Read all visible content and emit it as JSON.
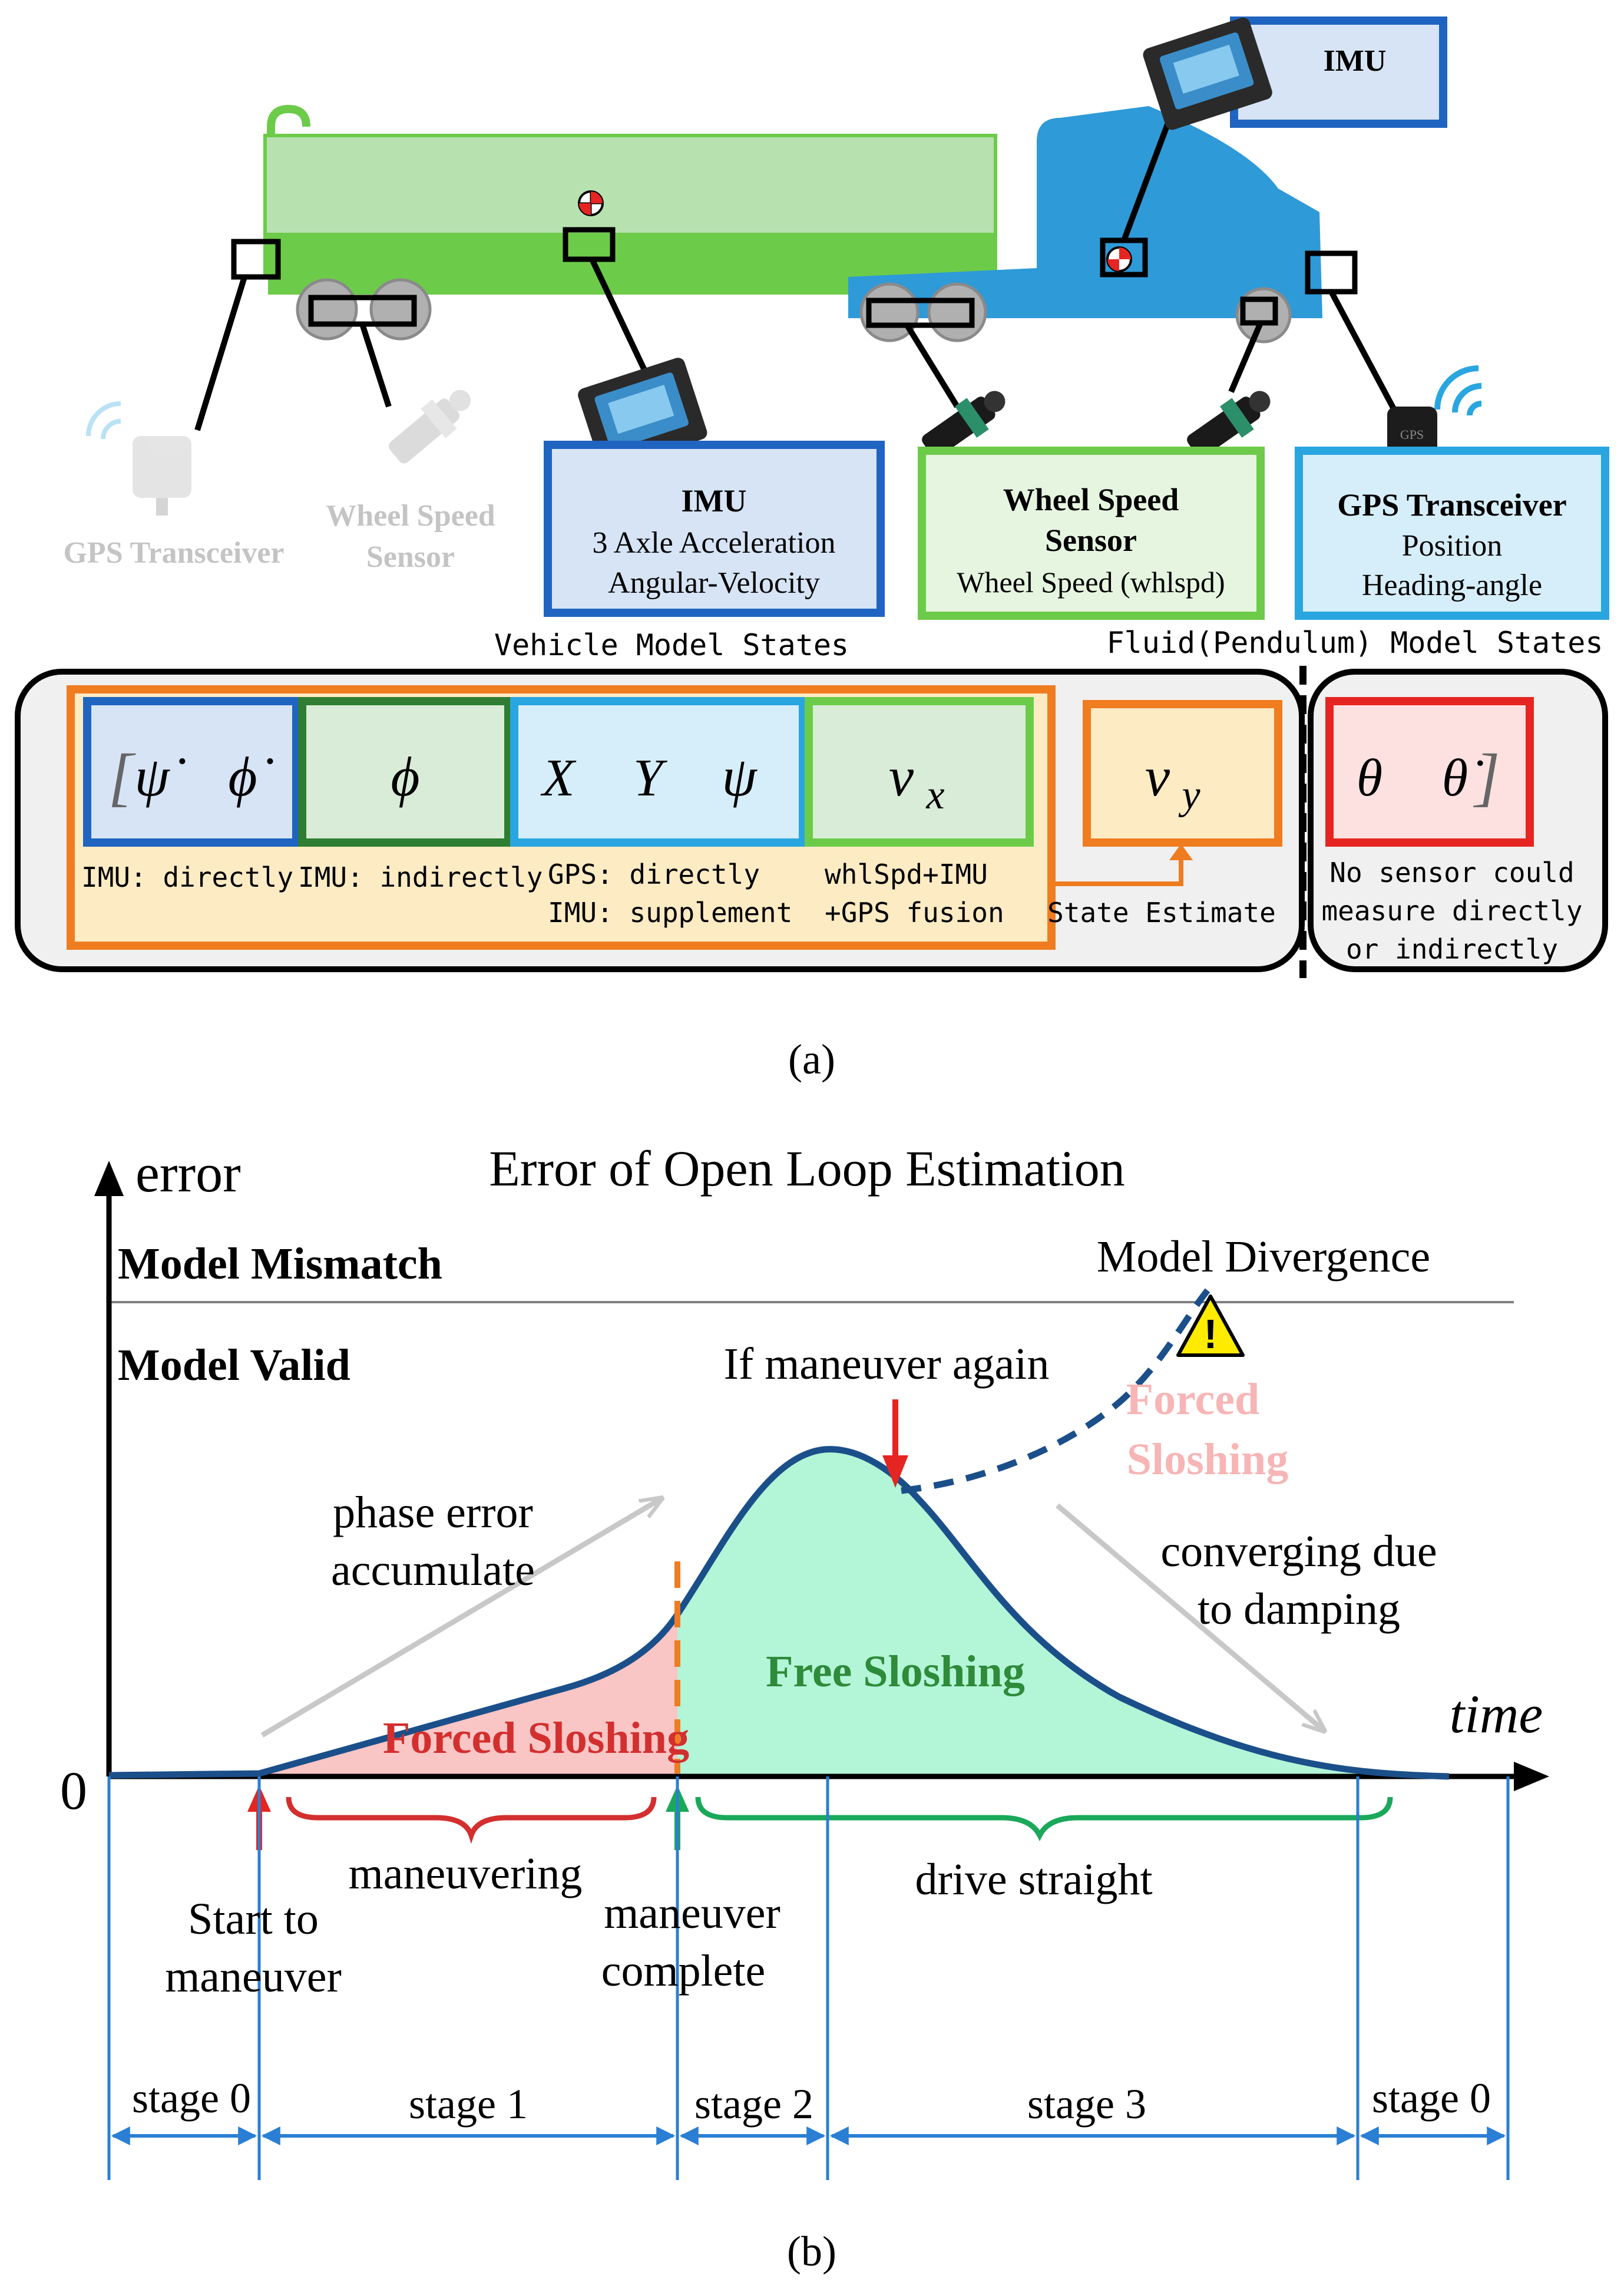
{
  "panel_a": {
    "caption": "(a)",
    "imu_top": "IMU",
    "sensors": {
      "gps_faded": "GPS Transceiver",
      "wheel_faded": [
        "Wheel Speed",
        "Sensor"
      ],
      "imu_box": [
        "IMU",
        "3 Axle Acceleration",
        "Angular-Velocity"
      ],
      "wheel_box": [
        "Wheel Speed",
        "Sensor",
        "Wheel Speed (whlspd)"
      ],
      "gps_box": [
        "GPS Transceiver",
        "Position",
        "Heading-angle"
      ],
      "gps_chip": "GPS"
    },
    "section_labels": {
      "vehicle": "Vehicle Model States",
      "fluid": "Fluid(Pendulum) Model States"
    },
    "state_boxes": {
      "psidot": "ψ̇",
      "phidot": "ϕ̇",
      "phi": "ϕ",
      "X": "X",
      "Y": "Y",
      "psi": "ψ",
      "v": "v",
      "x_sub": "x",
      "y_sub": "y",
      "theta": "θ",
      "thetadot": "θ̇",
      "bracket_open": "[",
      "bracket_close": "]"
    },
    "state_notes": {
      "imu_direct": "IMU: directly",
      "imu_indirect": "IMU: indirectly",
      "gps": [
        "GPS: directly",
        "IMU: supplement"
      ],
      "fusion": [
        "whlSpd+IMU",
        "+GPS fusion"
      ],
      "estimate": "State Estimate",
      "no_sensor": [
        "No sensor could",
        "measure directly",
        "or indirectly"
      ]
    },
    "colors": {
      "tanker_green": "#b7e2b0",
      "tanker_line": "#6dcb4a",
      "truck_blue": "#2e9ad8",
      "blue_box": "#1f64c0",
      "green_box": "#6dcb4a",
      "dark_green_box": "#2e7d32",
      "light_blue_box": "#29a6e0",
      "orange": "#f07c20",
      "red": "#e52521"
    }
  },
  "panel_b": {
    "caption": "(b)",
    "y_axis_label": "error",
    "x_axis_label": "time",
    "origin": "0",
    "title": "Error of Open Loop Estimation",
    "model_mismatch": "Model Mismatch",
    "model_valid": "Model Valid",
    "model_divergence": "Model Divergence",
    "if_maneuver_again": "If maneuver again",
    "forced_sloshing_late": [
      "Forced",
      "Sloshing"
    ],
    "phase_error": [
      "phase error",
      "accumulate"
    ],
    "converging": [
      "converging due",
      "to damping"
    ],
    "forced_sloshing": "Forced Sloshing",
    "free_sloshing": "Free Sloshing",
    "maneuvering": "maneuvering",
    "drive_straight": "drive straight",
    "start_to_maneuver": [
      "Start to",
      "maneuver"
    ],
    "maneuver_complete": [
      "maneuver",
      "complete"
    ],
    "stages": [
      "stage 0",
      "stage 1",
      "stage 2",
      "stage 3",
      "stage 0"
    ],
    "warning_glyph": "!",
    "colors": {
      "curve": "#1b4f8a",
      "forced_fill": "#f9c5c5",
      "free_fill": "#b3f5d7",
      "forced_text": "#d32f2f",
      "free_text": "#2e8b3a",
      "late_forced_text": "#f7b5b5",
      "arrow_grey": "#c8c8c8",
      "stage_arrow": "#2a7fd4"
    }
  }
}
